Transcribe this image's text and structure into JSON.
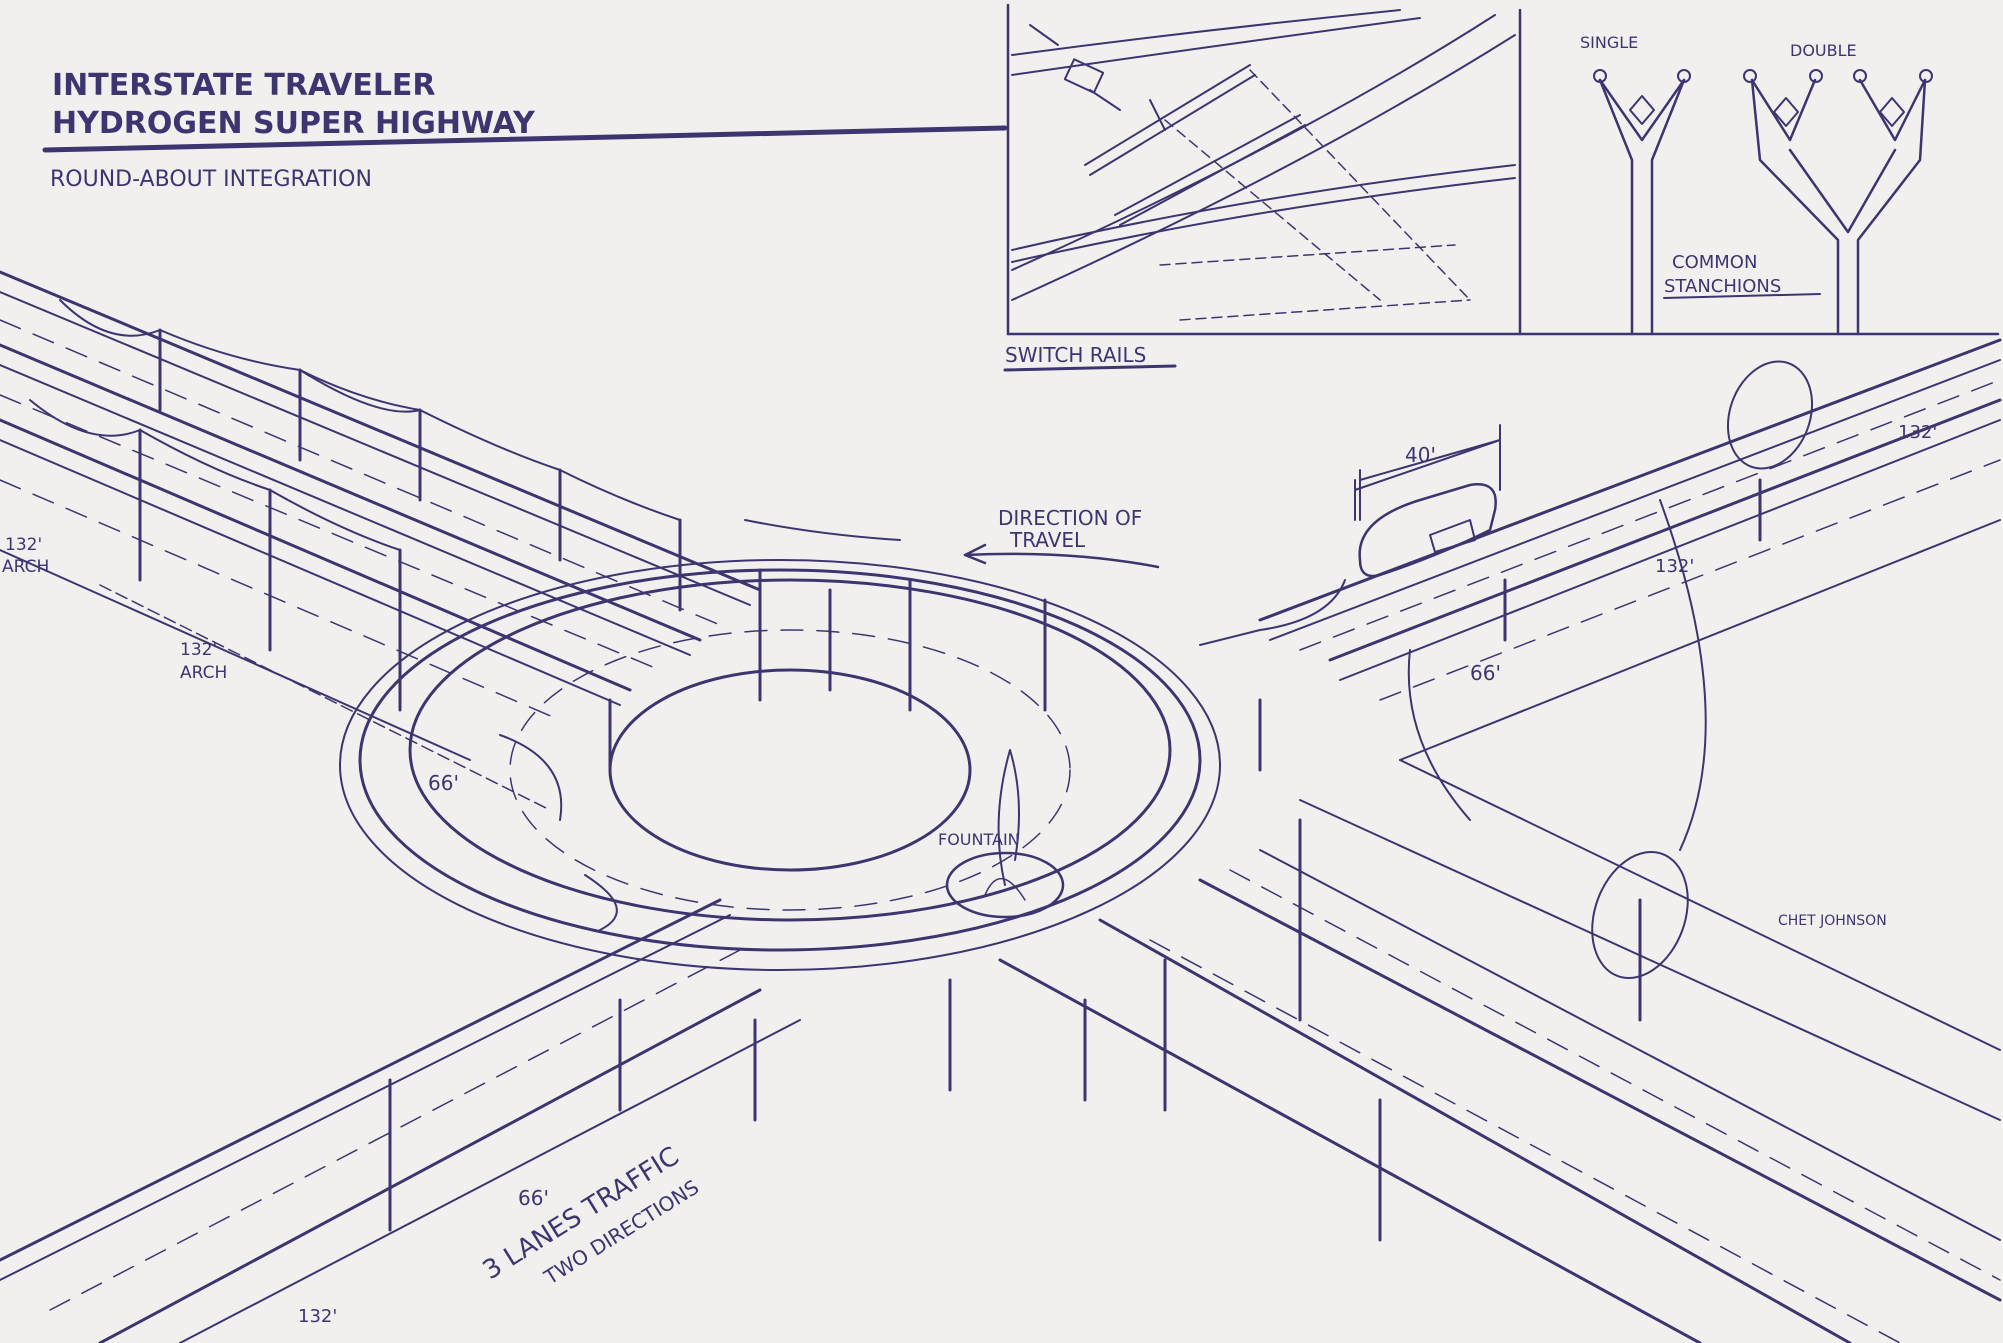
{
  "title": {
    "line1": "INTERSTATE TRAVELER",
    "line2": "HYDROGEN SUPER HIGHWAY",
    "subtitle": "ROUND-ABOUT INTEGRATION"
  },
  "insets": {
    "switch_rails": "SWITCH RAILS",
    "single": "SINGLE",
    "double": "DOUBLE",
    "stanchions_line1": "COMMON",
    "stanchions_line2": "STANCHIONS"
  },
  "annotations": {
    "direction_line1": "DIRECTION OF",
    "direction_line2": "TRAVEL",
    "fountain": "FOUNTAIN",
    "lanes_line1": "3 LANES TRAFFIC",
    "lanes_line2": "TWO DIRECTIONS",
    "signature": "CHET JOHNSON"
  },
  "dimensions": {
    "car_length": "40'",
    "arch": "132'",
    "arch_word": "ARCH",
    "spacing": "66'",
    "span": "132'",
    "span_lower": "66'"
  },
  "colors": {
    "ink": "#3d3570",
    "paper": "#f2f0ef"
  }
}
